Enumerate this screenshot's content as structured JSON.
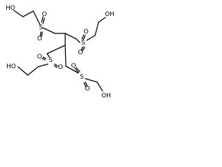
{
  "molecule": {
    "atoms": {
      "oh_top_left": "HO",
      "s_top_left": "S",
      "o_top_left_1": "O",
      "o_top_left_2": "O",
      "oh_top_right": "OH",
      "s_top_right": "S",
      "o_top_right_1": "O",
      "o_top_right_2": "O",
      "oh_left": "HO",
      "s_left": "S",
      "o_left_1": "O",
      "o_left_2": "O",
      "oh_bottom_right": "OH",
      "s_bottom_right": "S",
      "o_bottom_right_1": "O",
      "o_bottom_right_2": "O"
    }
  }
}
